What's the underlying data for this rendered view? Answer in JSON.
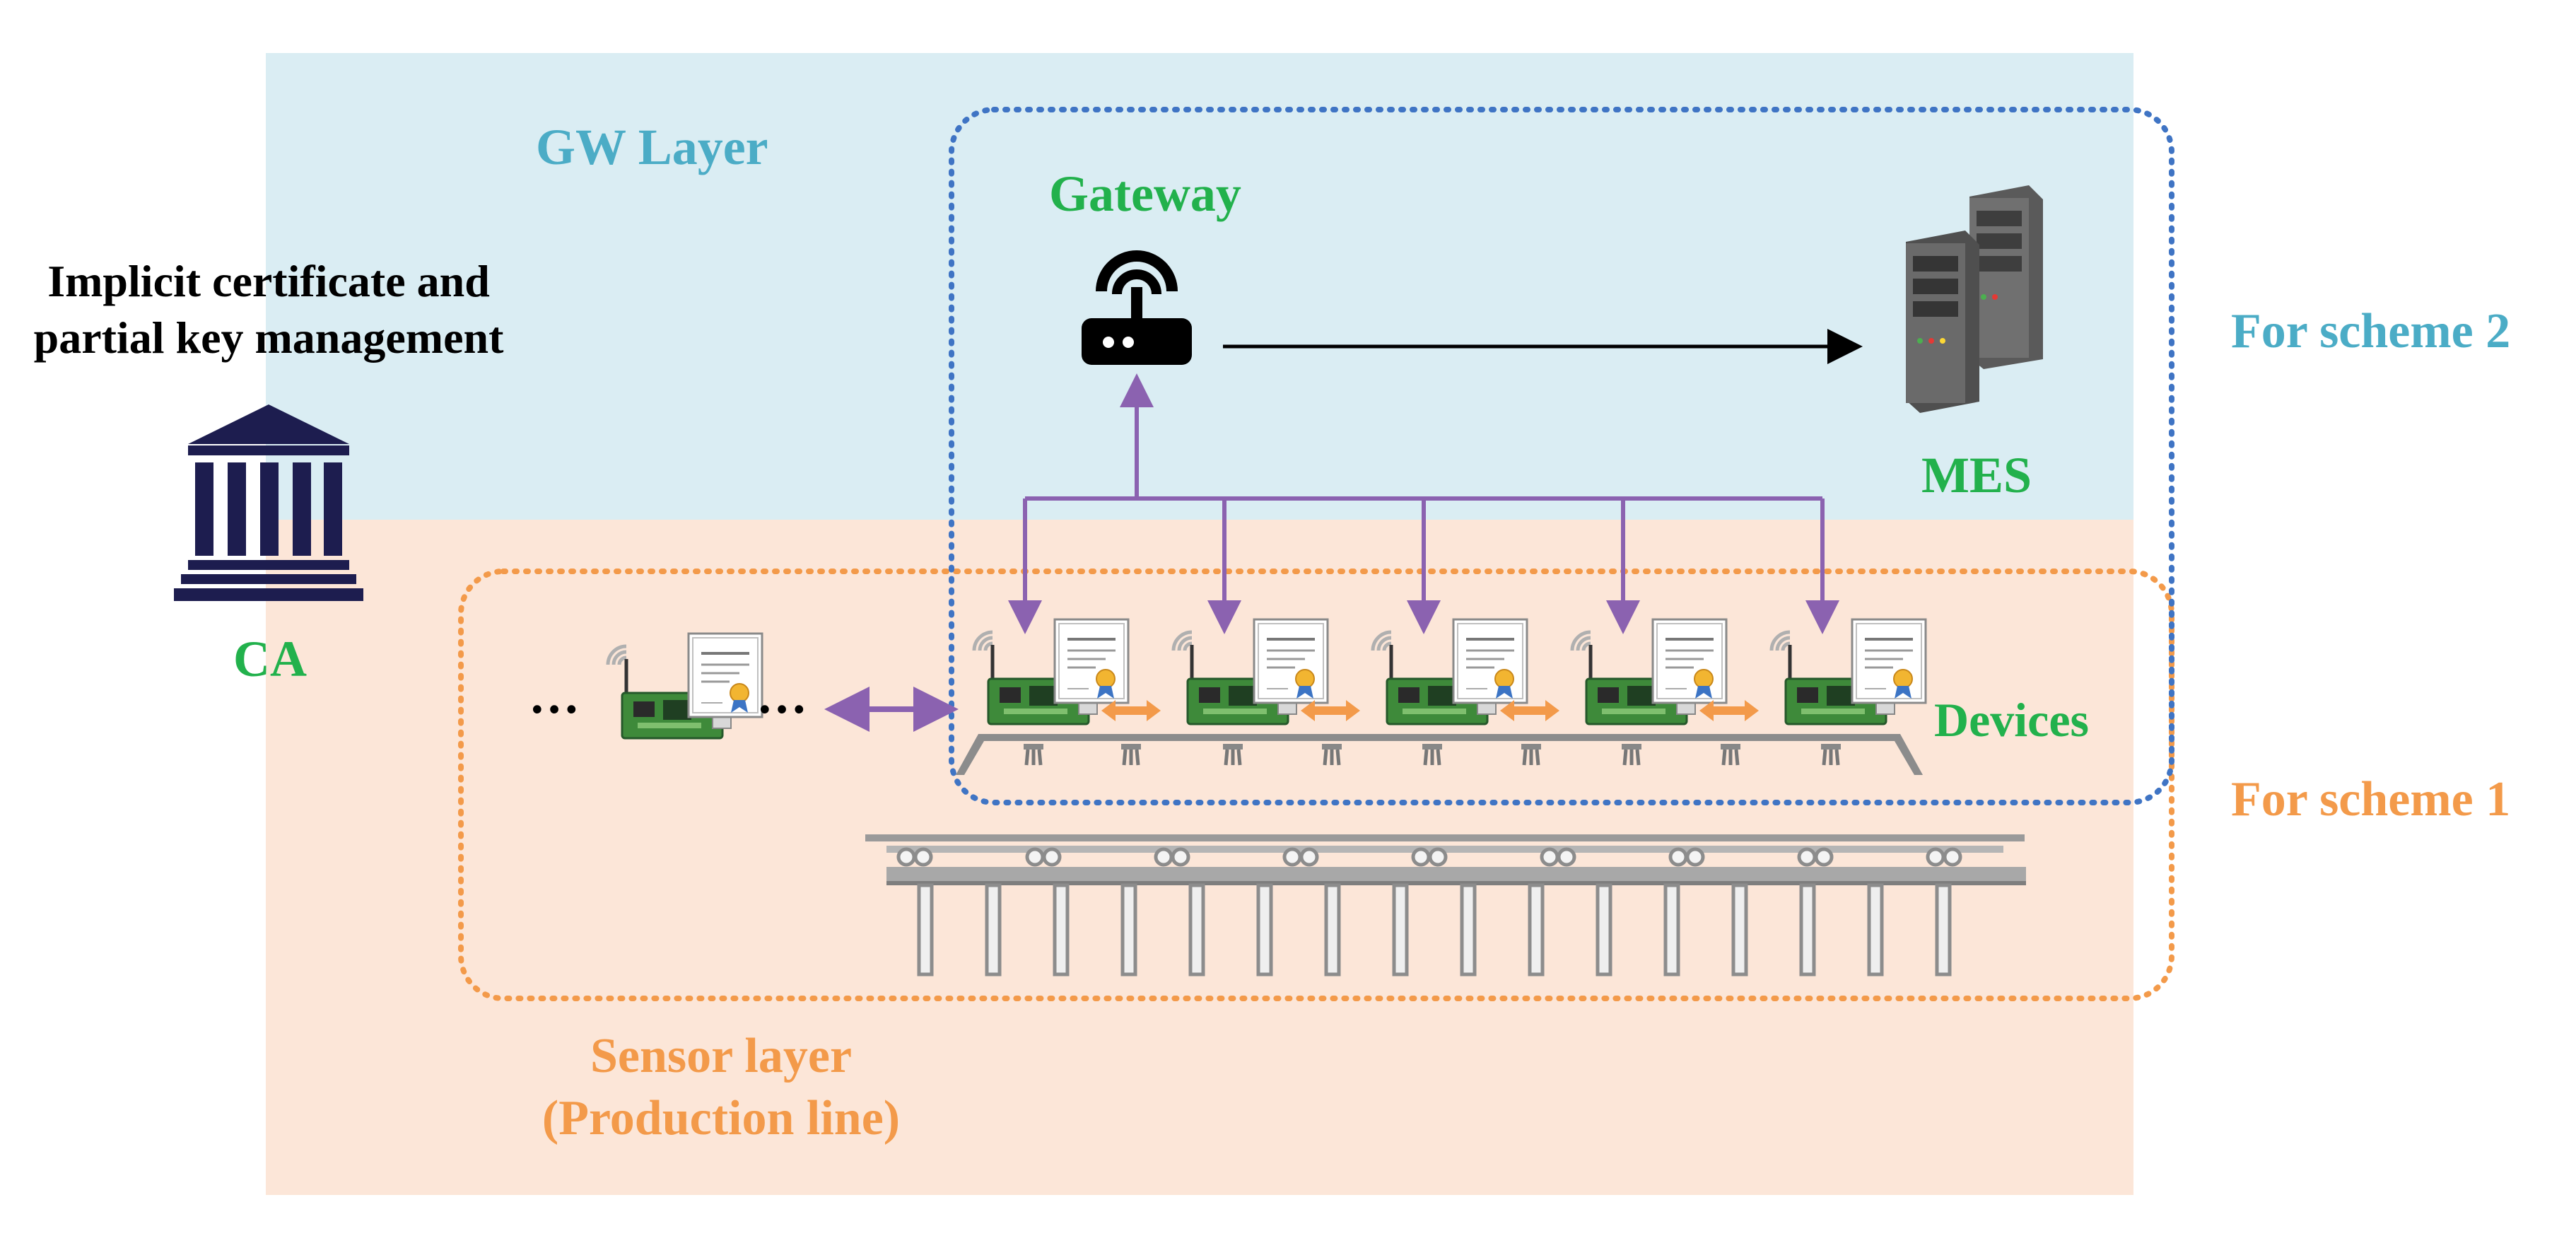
{
  "colors": {
    "gw_layer_bg": "#daedf3",
    "sensor_layer_bg": "#fce6d8",
    "scheme2_blue": "#3f74c4",
    "scheme1_orange": "#f39a4a",
    "label_blue": "#4bacc6",
    "label_orange": "#f39a4a",
    "label_green": "#22b14c",
    "purple": "#8b62b0",
    "ca_navy": "#1d1d4f"
  },
  "layers": {
    "gw_layer": "GW Layer",
    "sensor_layer_line1": "Sensor layer",
    "sensor_layer_line2": "(Production line)"
  },
  "ca": {
    "title_line1": "Implicit certificate and",
    "title_line2": "partial key management",
    "label": "CA",
    "icon": "bank-building-icon"
  },
  "gateway": {
    "label": "Gateway",
    "icon": "wifi-router-icon"
  },
  "mes": {
    "label": "MES",
    "icon": "server-rack-icon"
  },
  "devices": {
    "label": "Devices",
    "count": 5,
    "icon": "sensor-board-with-certificate-icon",
    "ellipsis_left": "…",
    "ellipsis_right": "…"
  },
  "schemes": {
    "scheme1": "For scheme 1",
    "scheme2": "For scheme 2"
  }
}
